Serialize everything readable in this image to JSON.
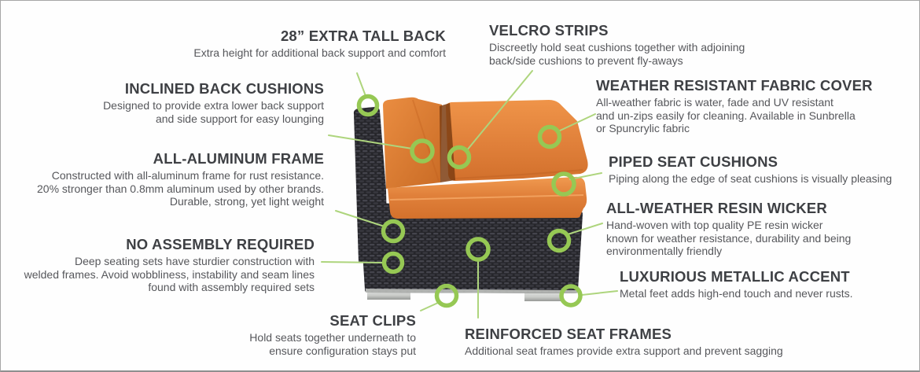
{
  "diagram": {
    "subject": "outdoor wicker corner sofa section with orange cushions",
    "colors": {
      "marker_ring_green": "#96c854",
      "connector_line_green": "#aed57d",
      "heading_text": "#3e4044",
      "body_text": "#56575b",
      "cushion_orange": "#e0803a",
      "wicker_dark": "#26262b",
      "metal_foot_silver": "#c9cbc8",
      "frame_border_gray": "#a6a6a6",
      "background": "#fefefe"
    }
  },
  "callouts": {
    "tall_back": {
      "title": "28” EXTRA TALL BACK",
      "desc": "Extra height for additional back support and comfort"
    },
    "inclined": {
      "title": "INCLINED BACK CUSHIONS",
      "desc": "Designed to provide extra lower back support\nand side support for easy lounging"
    },
    "aluminum": {
      "title": "ALL-ALUMINUM FRAME",
      "desc": "Constructed with all-aluminum frame for rust resistance.\n20% stronger than 0.8mm aluminum used by other brands.\nDurable, strong, yet light weight"
    },
    "no_assembly": {
      "title": "NO ASSEMBLY REQUIRED",
      "desc": "Deep seating sets have sturdier construction with\nwelded frames. Avoid wobbliness, instability and seam lines\nfound with assembly required sets"
    },
    "seat_clips": {
      "title": "SEAT CLIPS",
      "desc": "Hold seats together underneath to\nensure configuration stays put"
    },
    "velcro": {
      "title": "VELCRO STRIPS",
      "desc": "Discreetly hold seat cushions together with adjoining\nback/side cushions to prevent fly-aways"
    },
    "weather": {
      "title": "WEATHER RESISTANT FABRIC COVER",
      "desc": "All-weather fabric is water, fade and UV resistant\nand un-zips easily for cleaning. Available in Sunbrella\nor Spuncrylic fabric"
    },
    "piped": {
      "title": "PIPED SEAT CUSHIONS",
      "desc": "Piping along the edge of seat cushions is visually pleasing"
    },
    "resin": {
      "title": "ALL-WEATHER RESIN WICKER",
      "desc": "Hand-woven with top quality PE resin wicker\nknown for weather resistance, durability and being\nenvironmentally friendly"
    },
    "metallic": {
      "title": "LUXURIOUS METALLIC ACCENT",
      "desc": "Metal feet adds high-end touch and never rusts."
    },
    "reinforced": {
      "title": "REINFORCED SEAT FRAMES",
      "desc": "Additional seat frames provide extra support and prevent sagging"
    }
  }
}
